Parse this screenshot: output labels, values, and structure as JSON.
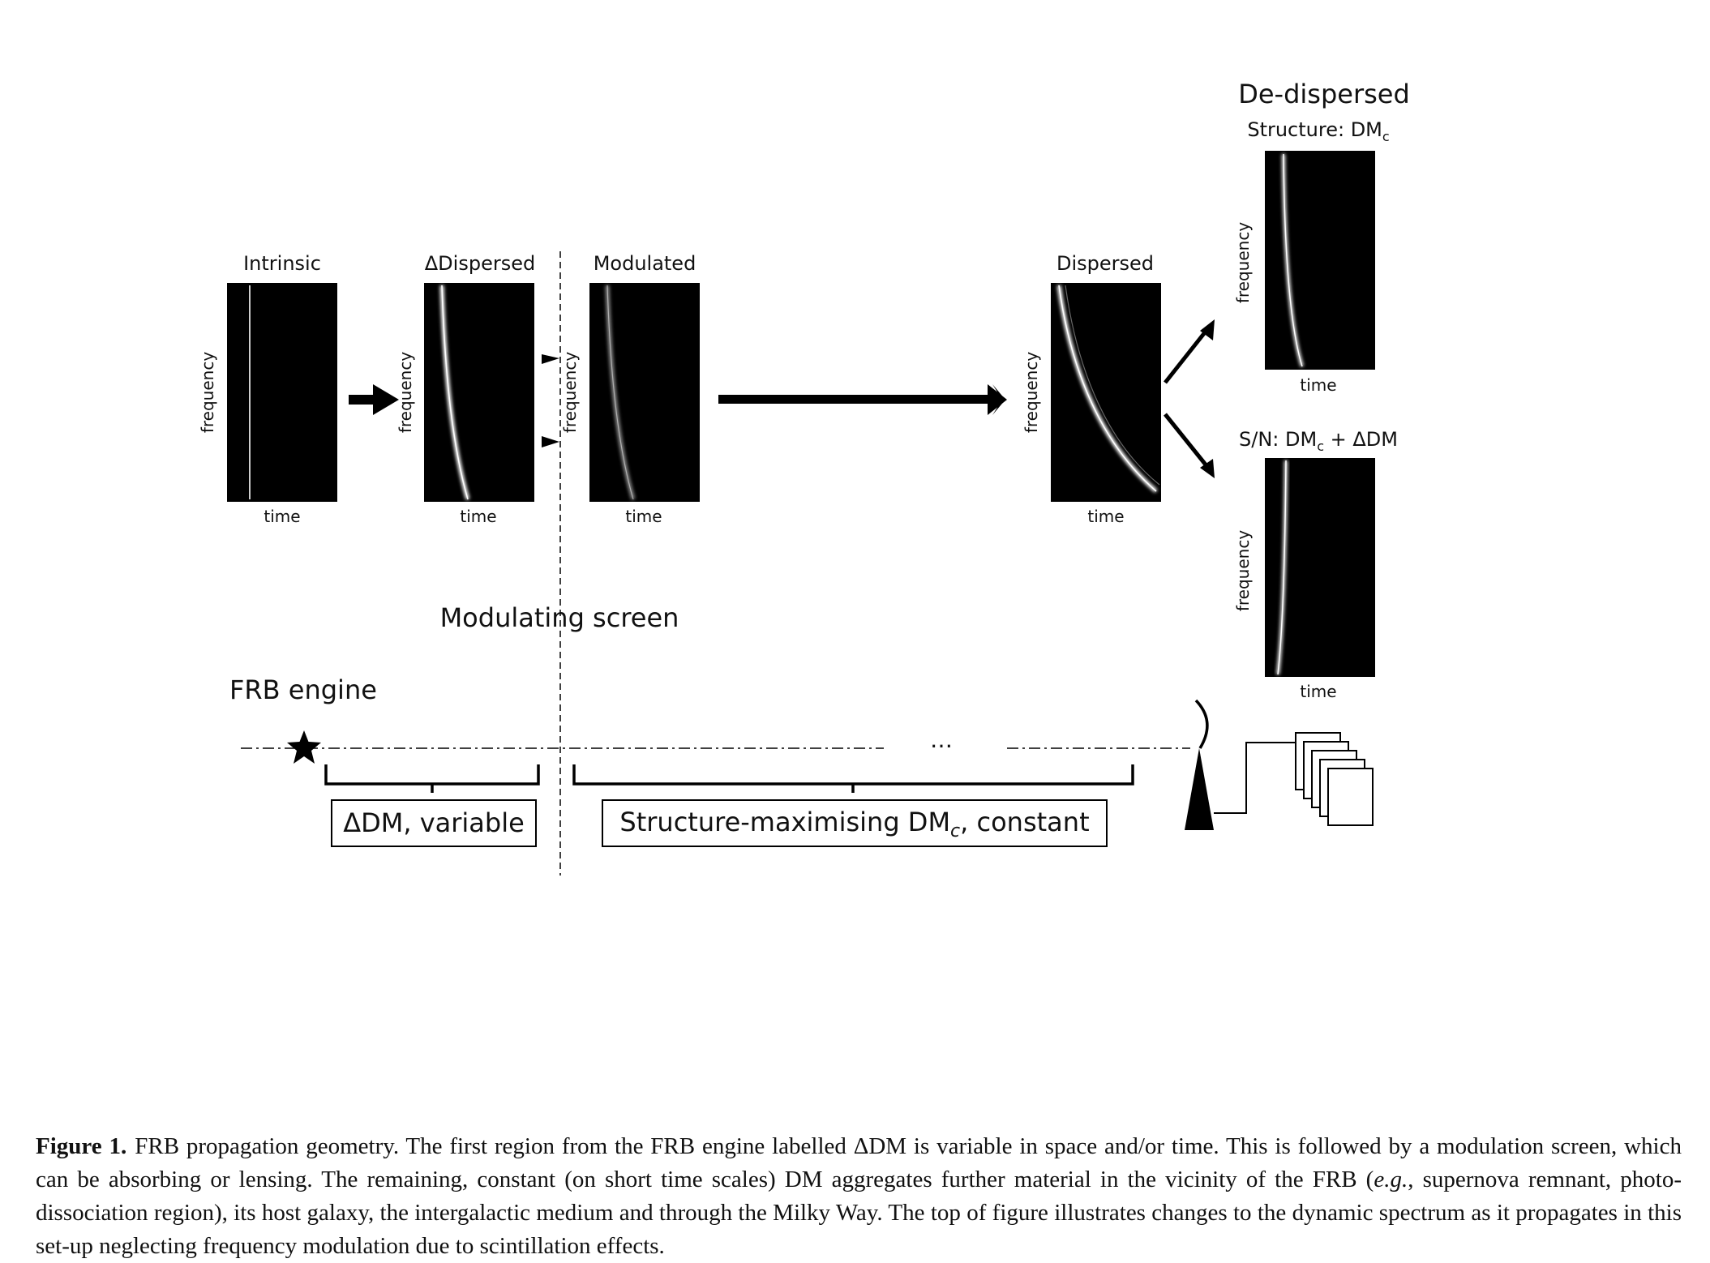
{
  "panels": {
    "intrinsic": {
      "title": "Intrinsic",
      "xlabel": "time",
      "ylabel": "frequency"
    },
    "delta_dispersed": {
      "title": "ΔDispersed",
      "xlabel": "time",
      "ylabel": "frequency"
    },
    "modulated": {
      "title": "Modulated",
      "xlabel": "time",
      "ylabel": "frequency"
    },
    "dispersed": {
      "title": "Dispersed",
      "xlabel": "time",
      "ylabel": "frequency"
    },
    "structure": {
      "title_main": "De-dispersed",
      "title": "Structure: DM",
      "title_sub": "c",
      "xlabel": "time",
      "ylabel": "frequency"
    },
    "sn": {
      "title": "S/N: DM",
      "title_sub": "c",
      "title_suffix": " + ΔDM",
      "xlabel": "time",
      "ylabel": "frequency"
    }
  },
  "geometry_labels": {
    "modulating_screen": "Modulating screen",
    "frb_engine": "FRB engine",
    "ellipsis": "…",
    "delta_dm": "ΔDM, variable",
    "structure_dm_prefix": "Structure-maximising DM",
    "structure_dm_sub": "c",
    "structure_dm_suffix": ", constant"
  },
  "icons": [
    "star-icon",
    "telescope-icon",
    "data-stack-icon"
  ],
  "caption": {
    "label": "Figure 1.",
    "text_1": "FRB propagation geometry. The first region from the FRB engine labelled ΔDM is variable in space and/or time. This is followed by a modulation screen, which can be absorbing or lensing. The remaining, constant (on short time scales) DM aggregates further material in the vicinity of the FRB (",
    "text_em": "e.g.",
    "text_2": ", supernova remnant, photo-dissociation region), its host galaxy, the intergalactic medium and through the Milky Way. The top of figure illustrates changes to the dynamic spectrum as it propagates in this set-up neglecting frequency modulation due to scintillation effects."
  }
}
